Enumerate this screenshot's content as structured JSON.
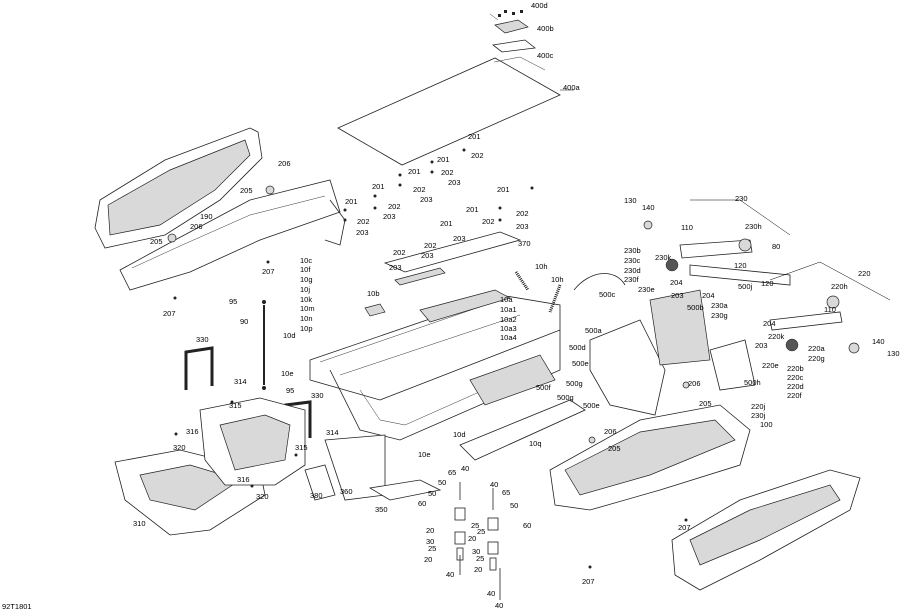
{
  "drawing_ref": "92T1801",
  "callouts": [
    {
      "id": "c400d",
      "text": "400d"
    },
    {
      "id": "c400b",
      "text": "400b"
    },
    {
      "id": "c400c",
      "text": "400c"
    },
    {
      "id": "c400a",
      "text": "400a"
    },
    {
      "id": "c201a",
      "text": "201"
    },
    {
      "id": "c202a",
      "text": "202"
    },
    {
      "id": "c206a",
      "text": "206"
    },
    {
      "id": "c205a",
      "text": "205"
    },
    {
      "id": "c190",
      "text": "190"
    },
    {
      "id": "c206b",
      "text": "206"
    },
    {
      "id": "c205b",
      "text": "205"
    },
    {
      "id": "c207a",
      "text": "207"
    },
    {
      "id": "c207b",
      "text": "207"
    },
    {
      "id": "c201b",
      "text": "201"
    },
    {
      "id": "c202b",
      "text": "202"
    },
    {
      "id": "c203b",
      "text": "203"
    },
    {
      "id": "c201c",
      "text": "201"
    },
    {
      "id": "c202c",
      "text": "202"
    },
    {
      "id": "c203c",
      "text": "203"
    },
    {
      "id": "c201d",
      "text": "201"
    },
    {
      "id": "c202d",
      "text": "202"
    },
    {
      "id": "c203d",
      "text": "203"
    },
    {
      "id": "c201e",
      "text": "201"
    },
    {
      "id": "c202e",
      "text": "202"
    },
    {
      "id": "c203e",
      "text": "203"
    },
    {
      "id": "c201f",
      "text": "201"
    },
    {
      "id": "c202f",
      "text": "202"
    },
    {
      "id": "c203f",
      "text": "203"
    },
    {
      "id": "c201g",
      "text": "201"
    },
    {
      "id": "c202g",
      "text": "202"
    },
    {
      "id": "c203g",
      "text": "203"
    },
    {
      "id": "c370",
      "text": "370"
    },
    {
      "id": "c202h",
      "text": "202"
    },
    {
      "id": "c203h",
      "text": "203"
    },
    {
      "id": "c203i",
      "text": "203"
    },
    {
      "id": "c201h",
      "text": "201"
    },
    {
      "id": "c202i",
      "text": "202"
    },
    {
      "id": "c10c",
      "text": "10c"
    },
    {
      "id": "c10f",
      "text": "10f"
    },
    {
      "id": "c10g",
      "text": "10g"
    },
    {
      "id": "c10j",
      "text": "10j"
    },
    {
      "id": "c10k",
      "text": "10k"
    },
    {
      "id": "c10m",
      "text": "10m"
    },
    {
      "id": "c10n",
      "text": "10n"
    },
    {
      "id": "c10p",
      "text": "10p"
    },
    {
      "id": "c10b",
      "text": "10b"
    },
    {
      "id": "c10h1",
      "text": "10h"
    },
    {
      "id": "c10h2",
      "text": "10h"
    },
    {
      "id": "c10a",
      "text": "10a"
    },
    {
      "id": "c10a1",
      "text": "10a1"
    },
    {
      "id": "c10a2",
      "text": "10a2"
    },
    {
      "id": "c10a3",
      "text": "10a3"
    },
    {
      "id": "c10a4",
      "text": "10a4"
    },
    {
      "id": "c10d1",
      "text": "10d"
    },
    {
      "id": "c10e1",
      "text": "10e"
    },
    {
      "id": "c10d2",
      "text": "10d"
    },
    {
      "id": "c10e2",
      "text": "10e"
    },
    {
      "id": "c10q",
      "text": "10q"
    },
    {
      "id": "c95a",
      "text": "95"
    },
    {
      "id": "c90",
      "text": "90"
    },
    {
      "id": "c95b",
      "text": "95"
    },
    {
      "id": "c330a",
      "text": "330"
    },
    {
      "id": "c314a",
      "text": "314"
    },
    {
      "id": "c315a",
      "text": "315"
    },
    {
      "id": "c316a",
      "text": "316"
    },
    {
      "id": "c320a",
      "text": "320"
    },
    {
      "id": "c330b",
      "text": "330"
    },
    {
      "id": "c314b",
      "text": "314"
    },
    {
      "id": "c315b",
      "text": "315"
    },
    {
      "id": "c316b",
      "text": "316"
    },
    {
      "id": "c320b",
      "text": "320"
    },
    {
      "id": "c380",
      "text": "380"
    },
    {
      "id": "c360",
      "text": "360"
    },
    {
      "id": "c350",
      "text": "350"
    },
    {
      "id": "c310",
      "text": "310"
    },
    {
      "id": "c500c",
      "text": "500c"
    },
    {
      "id": "c500a",
      "text": "500a"
    },
    {
      "id": "c500d",
      "text": "500d"
    },
    {
      "id": "c500e1",
      "text": "500e"
    },
    {
      "id": "c500f",
      "text": "500f"
    },
    {
      "id": "c500g1",
      "text": "500g"
    },
    {
      "id": "c500g2",
      "text": "500g"
    },
    {
      "id": "c500e2",
      "text": "500e"
    },
    {
      "id": "c500b",
      "text": "500b"
    },
    {
      "id": "c500h",
      "text": "500h"
    },
    {
      "id": "c500j",
      "text": "500j"
    },
    {
      "id": "c130a",
      "text": "130"
    },
    {
      "id": "c140a",
      "text": "140"
    },
    {
      "id": "c230",
      "text": "230"
    },
    {
      "id": "c230h",
      "text": "230h"
    },
    {
      "id": "c110a",
      "text": "110"
    },
    {
      "id": "c80",
      "text": "80"
    },
    {
      "id": "c230b",
      "text": "230b"
    },
    {
      "id": "c230c",
      "text": "230c"
    },
    {
      "id": "c230d",
      "text": "230d"
    },
    {
      "id": "c230f",
      "text": "230f"
    },
    {
      "id": "c230e",
      "text": "230e"
    },
    {
      "id": "c230k",
      "text": "230k"
    },
    {
      "id": "c120a",
      "text": "120"
    },
    {
      "id": "c120b",
      "text": "120"
    },
    {
      "id": "c203j",
      "text": "203"
    },
    {
      "id": "c204a",
      "text": "204"
    },
    {
      "id": "c204b",
      "text": "204"
    },
    {
      "id": "c230a",
      "text": "230a"
    },
    {
      "id": "c230g",
      "text": "230g"
    },
    {
      "id": "c220",
      "text": "220"
    },
    {
      "id": "c220h",
      "text": "220h"
    },
    {
      "id": "c110b",
      "text": "110"
    },
    {
      "id": "c204c",
      "text": "204"
    },
    {
      "id": "c220k",
      "text": "220k"
    },
    {
      "id": "c203k",
      "text": "203"
    },
    {
      "id": "c220e",
      "text": "220e"
    },
    {
      "id": "c220a",
      "text": "220a"
    },
    {
      "id": "c220g",
      "text": "220g"
    },
    {
      "id": "c220b",
      "text": "220b"
    },
    {
      "id": "c220c",
      "text": "220c"
    },
    {
      "id": "c220d",
      "text": "220d"
    },
    {
      "id": "c220f",
      "text": "220f"
    },
    {
      "id": "c140b",
      "text": "140"
    },
    {
      "id": "c130b",
      "text": "130"
    },
    {
      "id": "c220j",
      "text": "220j"
    },
    {
      "id": "c230j",
      "text": "230j"
    },
    {
      "id": "c100",
      "text": "100"
    },
    {
      "id": "c206c",
      "text": "206"
    },
    {
      "id": "c205c",
      "text": "205"
    },
    {
      "id": "c206d",
      "text": "206"
    },
    {
      "id": "c205d",
      "text": "205"
    },
    {
      "id": "c207c",
      "text": "207"
    },
    {
      "id": "c207d",
      "text": "207"
    },
    {
      "id": "c40a",
      "text": "40"
    },
    {
      "id": "c65a",
      "text": "65"
    },
    {
      "id": "c50a",
      "text": "50"
    },
    {
      "id": "c50b",
      "text": "50"
    },
    {
      "id": "c60a",
      "text": "60"
    },
    {
      "id": "c25a",
      "text": "25"
    },
    {
      "id": "c20a",
      "text": "20"
    },
    {
      "id": "c30a",
      "text": "30"
    },
    {
      "id": "c25b",
      "text": "25"
    },
    {
      "id": "c20b",
      "text": "20"
    },
    {
      "id": "c40b",
      "text": "40"
    },
    {
      "id": "c40c",
      "text": "40"
    },
    {
      "id": "c65b",
      "text": "65"
    },
    {
      "id": "c50c",
      "text": "50"
    },
    {
      "id": "c60b",
      "text": "60"
    },
    {
      "id": "c25c",
      "text": "25"
    },
    {
      "id": "c20c",
      "text": "20"
    },
    {
      "id": "c30b",
      "text": "30"
    },
    {
      "id": "c25d",
      "text": "25"
    },
    {
      "id": "c20d",
      "text": "20"
    },
    {
      "id": "c40d",
      "text": "40"
    },
    {
      "id": "c40e",
      "text": "40"
    }
  ]
}
